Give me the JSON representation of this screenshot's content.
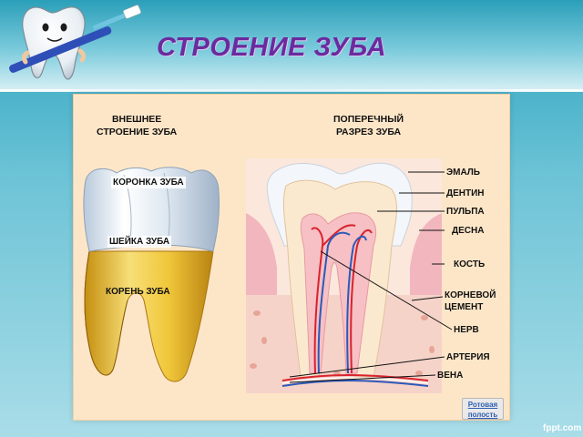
{
  "slide": {
    "title": "СТРОЕНИЕ ЗУБА",
    "brand": "fppt.com"
  },
  "left_diagram": {
    "heading": "ВНЕШНЕЕ\nСТРОЕНИЕ ЗУБА",
    "labels": {
      "crown": "КОРОНКА ЗУБА",
      "neck": "ШЕЙКА ЗУБА",
      "root": "КОРЕНЬ ЗУБА"
    }
  },
  "right_diagram": {
    "heading": "ПОПЕРЕЧНЫЙ\nРАЗРЕЗ ЗУБА",
    "labels": {
      "enamel": "ЭМАЛЬ",
      "dentin": "ДЕНТИН",
      "pulp": "ПУЛЬПА",
      "gum": "ДЕСНА",
      "bone": "КОСТЬ",
      "cementum": "КОРНЕВОЙ\nЦЕМЕНТ",
      "nerve": "НЕРВ",
      "artery": "АРТЕРИЯ",
      "vein": "ВЕНА"
    }
  },
  "nav_link": {
    "label": "Ротовая\nполость"
  },
  "colors": {
    "title": "#6b2a9e",
    "panel": "#fde6c8",
    "enamel": "#eef3f8",
    "root": "#f2c93d",
    "gum": "#f0a8b4",
    "artery": "#d9232e",
    "vein": "#2c59b8"
  }
}
